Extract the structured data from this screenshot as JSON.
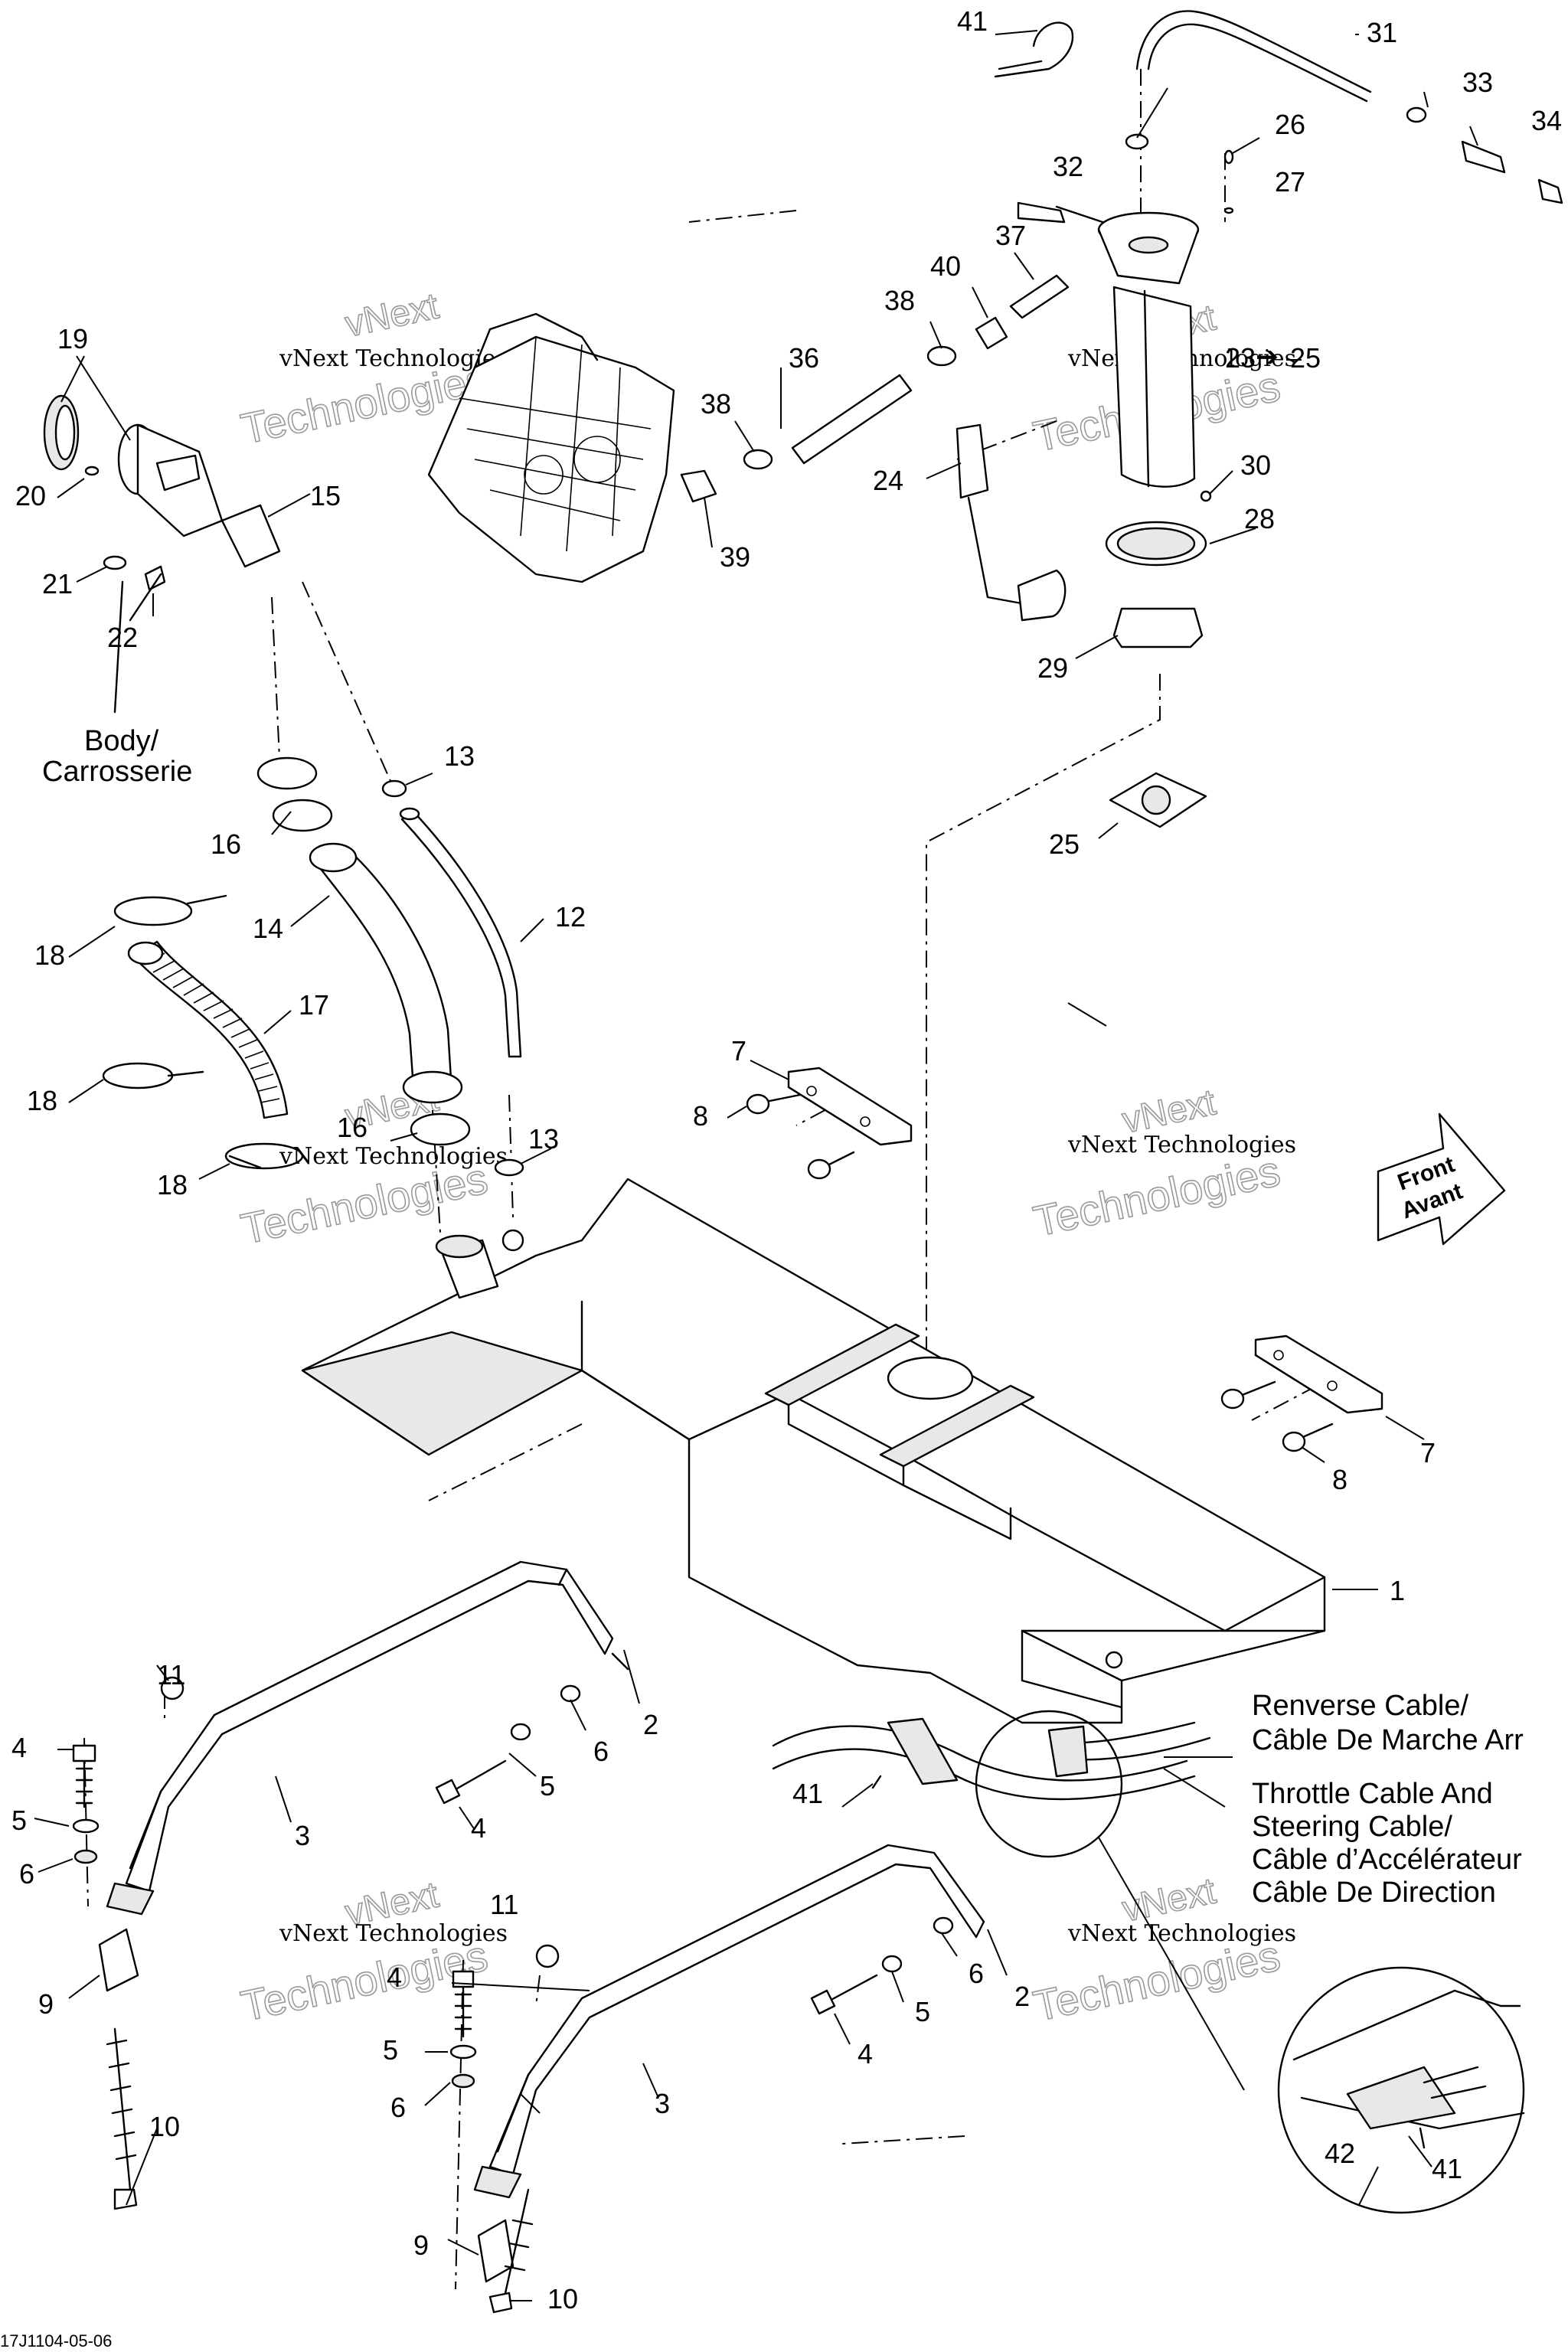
{
  "diagram": {
    "callouts": {
      "c1": "1",
      "c2a": "2",
      "c2b": "2",
      "c3a": "3",
      "c3b": "3",
      "c4a": "4",
      "c4b": "4",
      "c4c": "4",
      "c4d": "4",
      "c5a": "5",
      "c5b": "5",
      "c5c": "5",
      "c5d": "5",
      "c6a": "6",
      "c6b": "6",
      "c6c": "6",
      "c6d": "6",
      "c7a": "7",
      "c7b": "7",
      "c8a": "8",
      "c8b": "8",
      "c9a": "9",
      "c9b": "9",
      "c10a": "10",
      "c10b": "10",
      "c11a": "11",
      "c11b": "11",
      "c12": "12",
      "c13a": "13",
      "c13b": "13",
      "c14": "14",
      "c15": "15",
      "c16a": "16",
      "c16b": "16",
      "c17": "17",
      "c18a": "18",
      "c18b": "18",
      "c18c": "18",
      "c19": "19",
      "c20": "20",
      "c21": "21",
      "c22": "22",
      "c23": "23",
      "c23arrow": "➔",
      "c23end": "25",
      "c24": "24",
      "c25": "25",
      "c26": "26",
      "c27": "27",
      "c28": "28",
      "c29": "29",
      "c30": "30",
      "c31": "31",
      "c32": "32",
      "c33": "33",
      "c34": "34",
      "c36": "36",
      "c37": "37",
      "c38a": "38",
      "c38b": "38",
      "c39": "39",
      "c40": "40",
      "c41a": "41",
      "c41b": "41",
      "c41c": "41",
      "c42": "42"
    },
    "notes": {
      "body_line1": "Body/",
      "body_line2": "Carrosserie",
      "reverse_line1": "Renverse Cable/",
      "reverse_line2": "Câble De Marche Arr",
      "throttle_line1": "Throttle Cable And",
      "throttle_line2": "Steering Cable/",
      "throttle_line3": "Câble d’Accélérateur",
      "throttle_line4": "Câble De Direction"
    },
    "front_arrow": {
      "line1": "Front",
      "line2": "Avant"
    },
    "watermark": {
      "line1": "vNext",
      "line2": "vNext Technologies",
      "line3": "Technologies"
    },
    "figure_code": "17J1104-05-06"
  }
}
